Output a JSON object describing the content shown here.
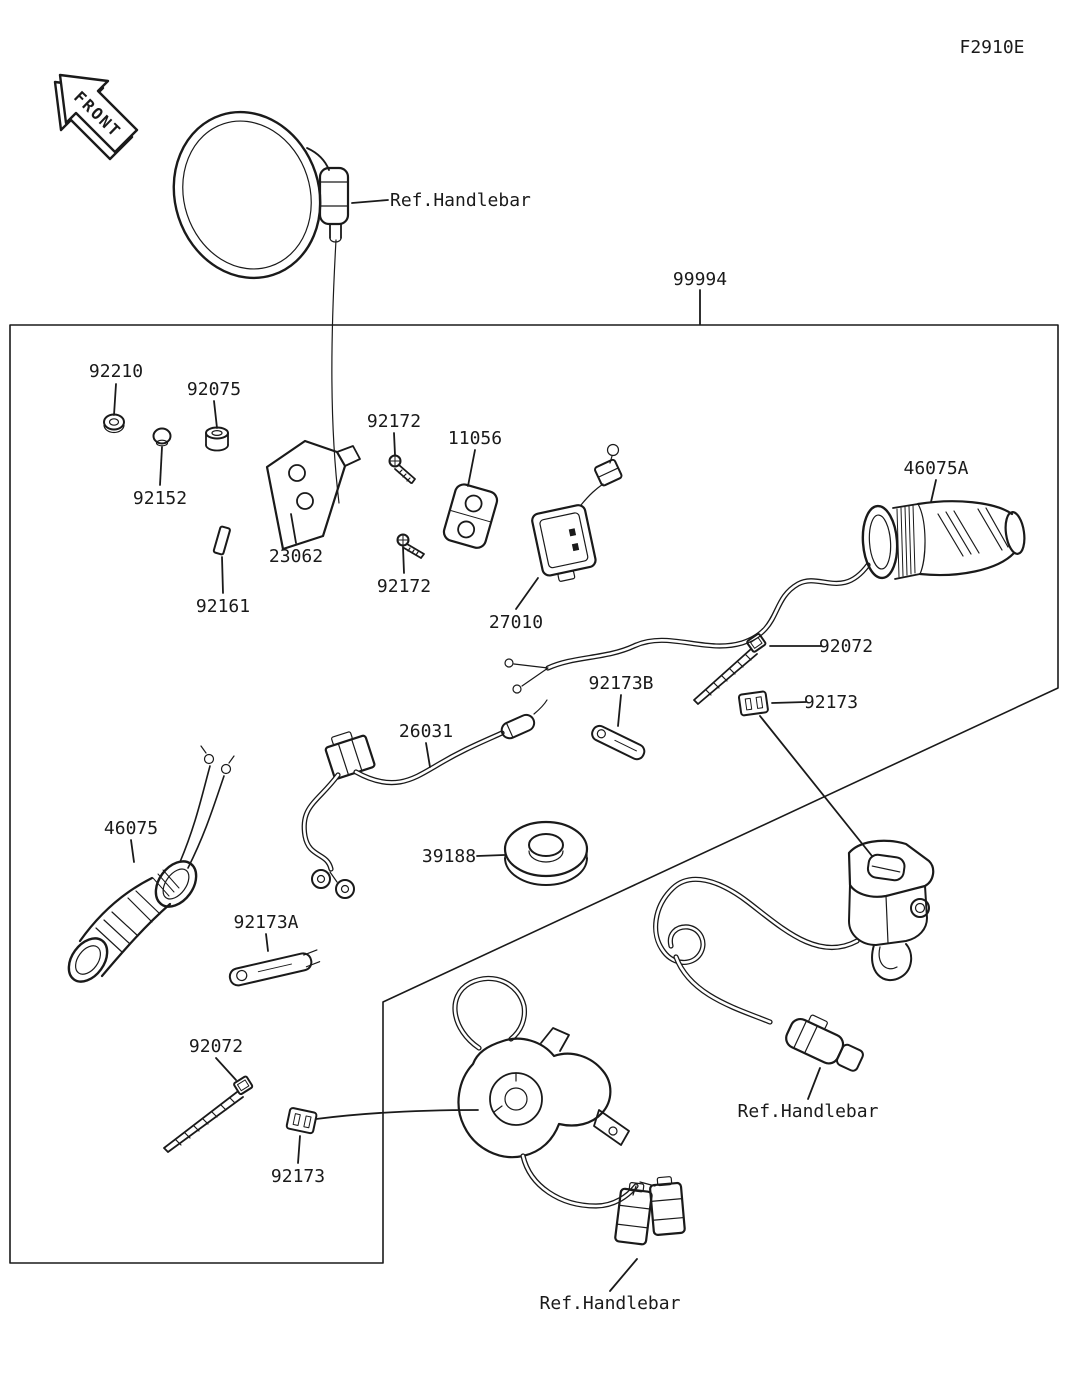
{
  "figure": {
    "code": "F2910E"
  },
  "front_marker": {
    "label": "FRONT"
  },
  "kit": {
    "number": "99994"
  },
  "parts": [
    {
      "number": "92210"
    },
    {
      "number": "92075"
    },
    {
      "number": "92152"
    },
    {
      "number": "23062"
    },
    {
      "number": "92161"
    },
    {
      "number": "92172"
    },
    {
      "number": "11056"
    },
    {
      "number": "92172"
    },
    {
      "number": "27010"
    },
    {
      "number": "46075A"
    },
    {
      "number": "92072"
    },
    {
      "number": "92173"
    },
    {
      "number": "92173B"
    },
    {
      "number": "26031"
    },
    {
      "number": "39188"
    },
    {
      "number": "46075"
    },
    {
      "number": "92173A"
    },
    {
      "number": "92072"
    },
    {
      "number": "92173"
    }
  ],
  "references": [
    {
      "label": "Ref.Handlebar"
    },
    {
      "label": "Ref.Handlebar"
    },
    {
      "label": "Ref.Handlebar"
    }
  ],
  "colors": {
    "ink": "#1a1a1a",
    "background": "#ffffff"
  }
}
